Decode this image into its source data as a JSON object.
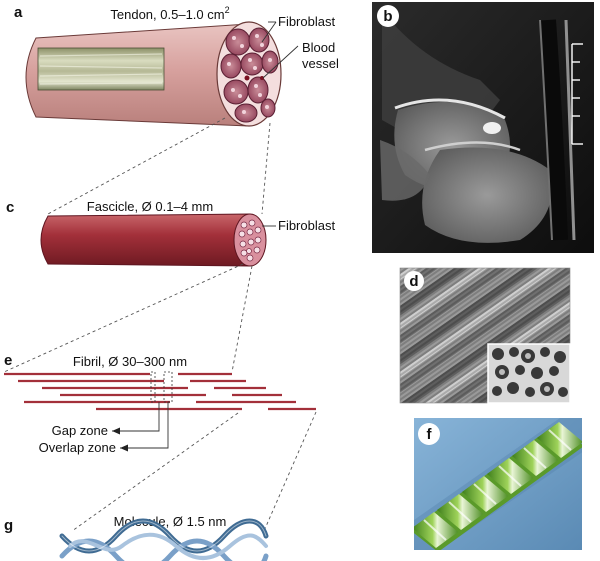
{
  "panels": {
    "a": {
      "letter": "a",
      "title": "Tendon, 0.5–1.0 cm",
      "title_sup": "2",
      "labels": {
        "fibroblast": "Fibroblast",
        "blood_vessel_1": "Blood",
        "blood_vessel_2": "vessel"
      }
    },
    "b": {
      "letter": "b"
    },
    "c": {
      "letter": "c",
      "title": "Fascicle, Ø 0.1–4 mm",
      "labels": {
        "fibroblast": "Fibroblast"
      }
    },
    "d": {
      "letter": "d"
    },
    "e": {
      "letter": "e",
      "title": "Fibril, Ø 30–300 nm",
      "labels": {
        "gap_zone": "Gap zone",
        "overlap_zone": "Overlap zone"
      }
    },
    "f": {
      "letter": "f"
    },
    "g": {
      "letter": "g",
      "title": "Molecule, Ø 1.5 nm"
    }
  },
  "colors": {
    "tissue_red": "#a3303a",
    "tendon_pink": "#dba8a5",
    "mri_background": "#1a1a1a",
    "afm_blue": "#6d9cc4",
    "afm_green": "#6fb02d",
    "helix_blue": "#6d8fb5"
  }
}
